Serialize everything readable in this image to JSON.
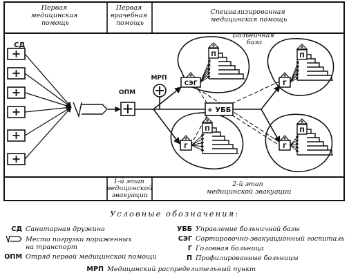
{
  "header": {
    "col1": [
      "Первая",
      "медицинская",
      "помощь"
    ],
    "col2": [
      "Первая",
      "врачебная",
      "помощь"
    ],
    "col3": [
      "Специализированная",
      "медицинская помощь"
    ]
  },
  "footer": {
    "stage1": [
      "1-й этап",
      "медицинской",
      "эвакуации"
    ],
    "stage2": [
      "2-й этап",
      "медицинской эвакуации"
    ]
  },
  "nodes": {
    "sd_label": "СД",
    "opm_label": "ОПМ",
    "mrp_label": "МРП",
    "base_label": [
      "Больничная",
      "базa"
    ],
    "ubb_label": "+ УББ",
    "seg_label": "СЭГ",
    "p_label": "П",
    "g_label": "Г"
  },
  "legend": {
    "title": "Условные обозначения:",
    "items": [
      {
        "abbr": "СД",
        "desc": "Санитарная дружина"
      },
      {
        "abbr": "",
        "desc": "Место погрузки пораженных"
      },
      {
        "abbr": "",
        "desc": "на транспорт"
      },
      {
        "abbr": "ОПМ",
        "desc": "Отряд первой медицинской помощи"
      },
      {
        "abbr": "УББ",
        "desc": "Управление больничной базы"
      },
      {
        "abbr": "СЭГ",
        "desc": "Сортировочно-эвакуационный госпиталь"
      },
      {
        "abbr": "Г",
        "desc": "Головная больница"
      },
      {
        "abbr": "П",
        "desc": "Профилированные больницы"
      },
      {
        "abbr": "МРП",
        "desc": "Медицинский распределительный пункт"
      }
    ]
  },
  "icons": {
    "plus": "plus-cross-icon",
    "loading_place": "loading-place-icon"
  }
}
